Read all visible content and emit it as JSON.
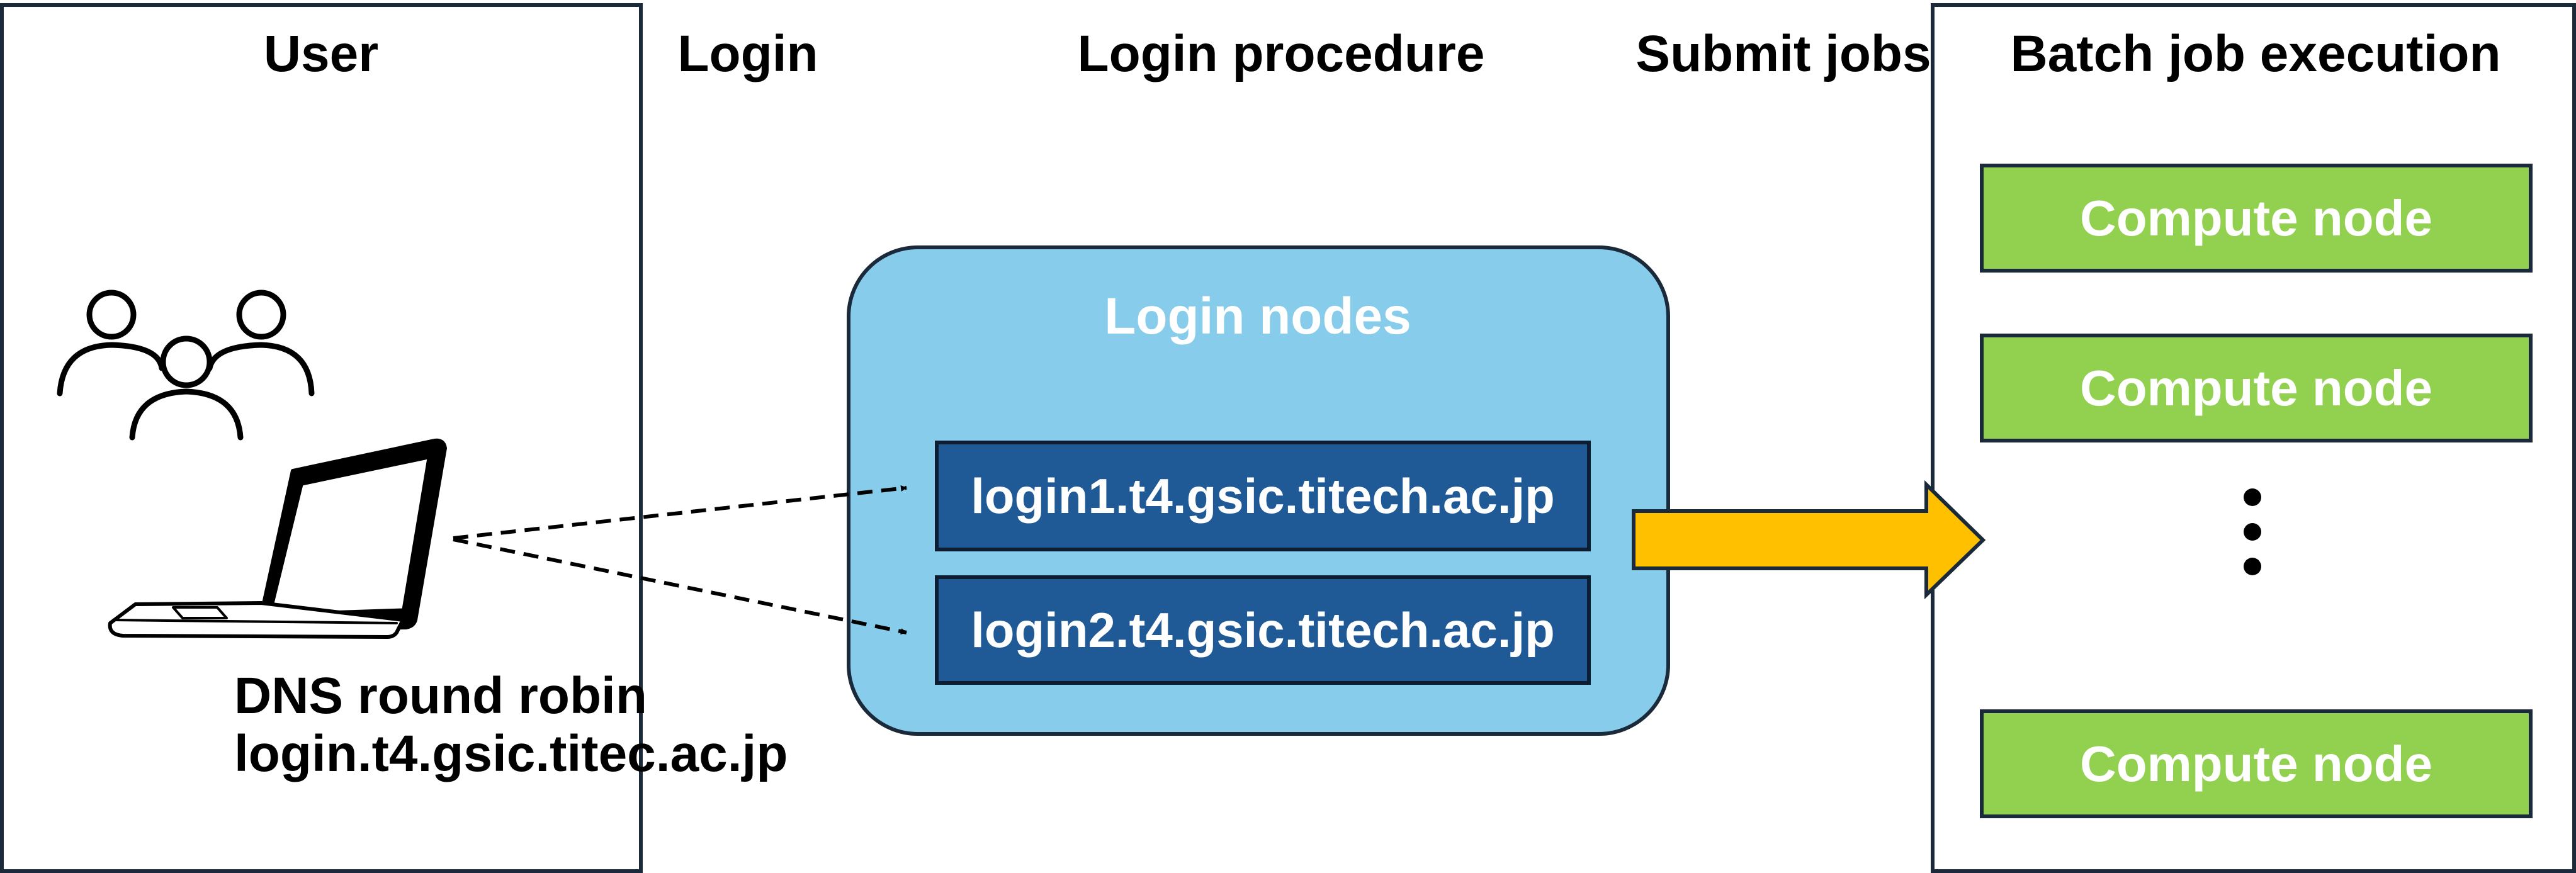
{
  "headers": {
    "user": "User",
    "login": "Login",
    "login_procedure": "Login procedure",
    "submit_jobs": "Submit jobs",
    "batch_job_execution": "Batch job execution"
  },
  "login_nodes": {
    "title": "Login nodes",
    "hosts": [
      "login1.t4.gsic.titech.ac.jp",
      "login2.t4.gsic.titech.ac.jp"
    ]
  },
  "dns": {
    "line1": "DNS round robin",
    "line2": "login.t4.gsic.titec.ac.jp"
  },
  "compute_nodes": [
    "Compute node",
    "Compute node",
    "Compute node"
  ],
  "icons": {
    "users": "users-group-icon",
    "laptop": "laptop-icon",
    "ellipsis": "vertical-ellipsis-icon"
  },
  "colors": {
    "login_nodes_bg": "#87CCEB",
    "host_box": "#1F5A96",
    "compute_box": "#92D050",
    "arrow": "#FFC000"
  }
}
